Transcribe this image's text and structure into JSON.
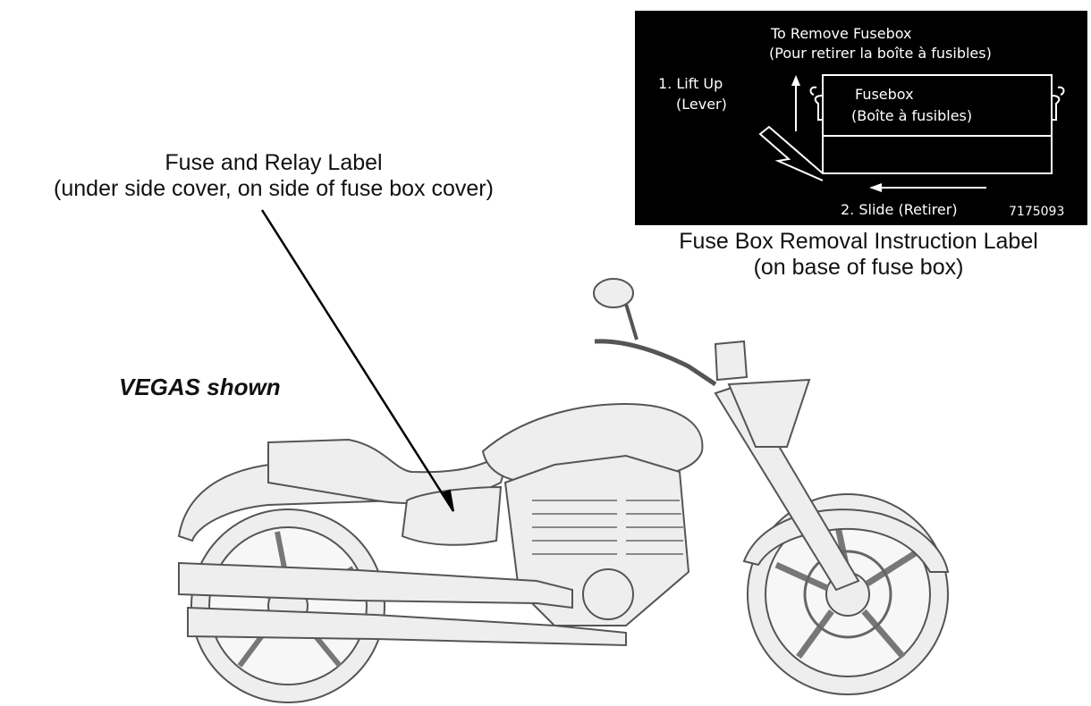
{
  "callouts": {
    "relay_label_line1": "Fuse and Relay Label",
    "relay_label_line2": "(under side cover, on side of fuse box cover)",
    "removal_caption_line1": "Fuse Box Removal Instruction Label",
    "removal_caption_line2": "(on base of fuse box)",
    "model_note": "VEGAS shown"
  },
  "decal": {
    "title": "To Remove Fusebox",
    "title_fr": "(Pour retirer la boîte à fusibles)",
    "step1": "1. Lift Up",
    "step1_sub": "(Lever)",
    "fusebox": "Fusebox",
    "fusebox_fr": "(Boîte à fusibles)",
    "step2": "2. Slide (Retirer)",
    "part_number": "7175093"
  },
  "colors": {
    "decal_background": "#000000",
    "decal_lines": "#ffffff",
    "drawing_outline": "#555555",
    "drawing_fill": "#eeeeee"
  }
}
